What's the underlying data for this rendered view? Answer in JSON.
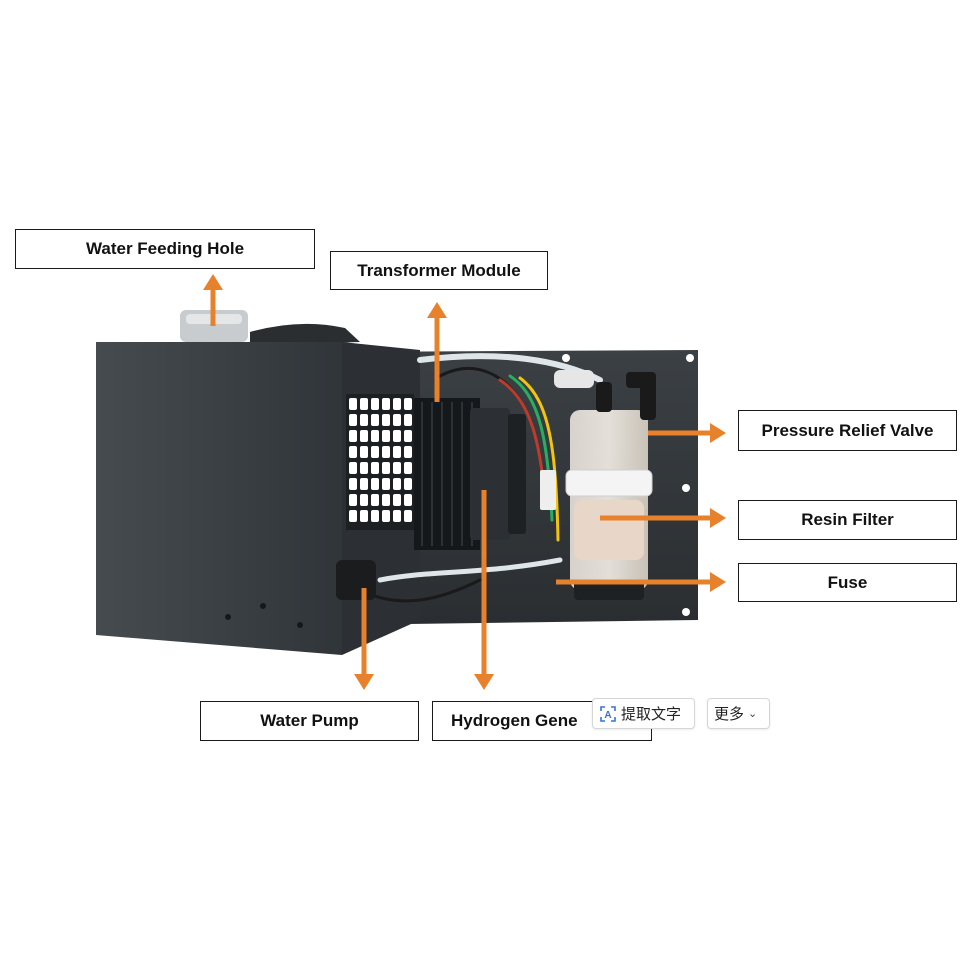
{
  "colors": {
    "accent_arrow": "#e8812b",
    "device_body": "#3a3f42",
    "device_panel": "#2f3336",
    "label_border": "#1a1a1a"
  },
  "labels": {
    "water_feeding_hole": "Water Feeding Hole",
    "transformer_module": "Transformer Module",
    "pressure_relief_valve": "Pressure Relief Valve",
    "resin_filter": "Resin Filter",
    "fuse": "Fuse",
    "water_pump": "Water Pump",
    "hydrogen_generator": "Hydrogen Gene"
  },
  "image_toolbar": {
    "extract_text_icon": "text-extract-icon",
    "extract_text_label": "提取文字",
    "more_label": "更多",
    "more_icon": "chevron-down-icon"
  }
}
